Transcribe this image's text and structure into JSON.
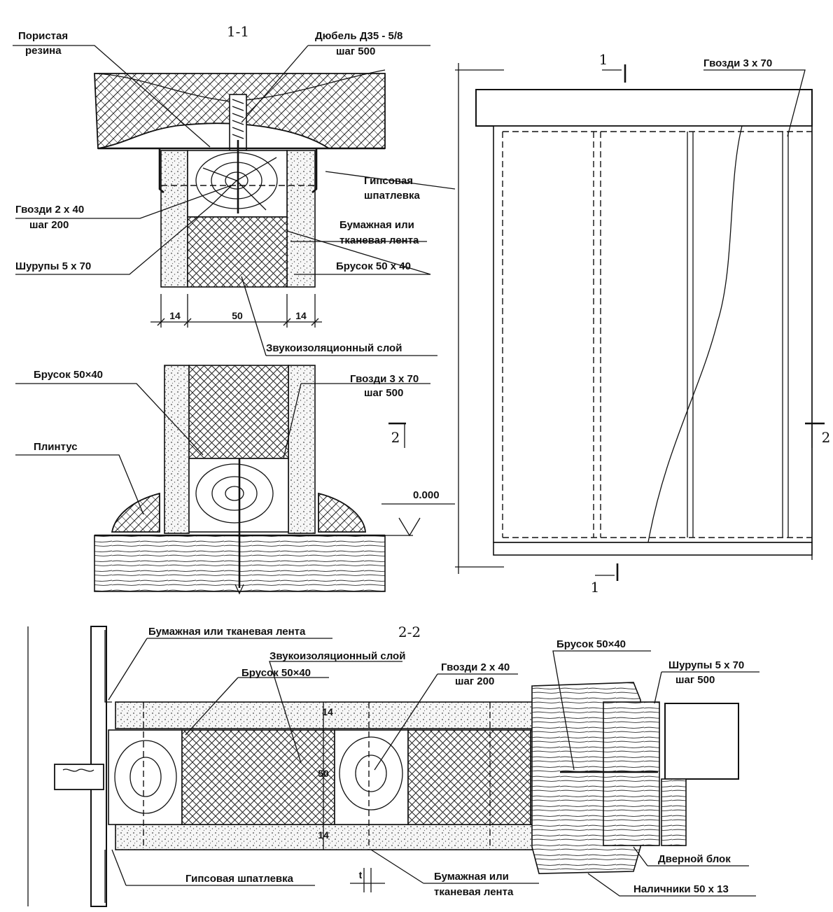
{
  "sections": {
    "s11": "1-1",
    "s22": "2-2",
    "cut1_top": "1",
    "cut1_bottom": "1",
    "cut2_left": "2",
    "cut2_right": "2"
  },
  "labels": {
    "porous_rubber_l1": "Пористая",
    "porous_rubber_l2": "резина",
    "dowel_l1": "Дюбель Д35 - 5/8",
    "dowel_l2": "шаг  500",
    "gypsum_putty_l1": "Гипсовая",
    "gypsum_putty_l2": "шпатлевка",
    "nails_2x40_l1": "Гвозди 2 х 40",
    "nails_2x40_l2": "шаг 200",
    "tape_l1": "Бумажная или",
    "tape_l2": "тканевая лента",
    "screws_5x70": "Шурупы 5 х 70",
    "bar_50x40": "Брусок 50 х 40",
    "sound_layer": "Звукоизоляционный слой",
    "bar_50x40_b": "Брусок 50×40",
    "nails_3x70_l1": "Гвозди 3 х 70",
    "nails_3x70_l2": "шаг 500",
    "plinth": "Плинтус",
    "level": "0.000",
    "nails_3x70_elev": "Гвозди 3 х 70",
    "tape_top_22": "Бумажная или тканевая лента",
    "sound_layer_22": "Звукоизоляционный слой",
    "bar_22_a": "Брусок 50×40",
    "nails_2x40_22_l1": "Гвозди 2 х 40",
    "nails_2x40_22_l2": "шаг 200",
    "bar_22_b": "Брусок 50×40",
    "screws_22_l1": "Шурупы 5 х 70",
    "screws_22_l2": "шаг  500",
    "gypsum_22": "Гипсовая шпатлевка",
    "tape_bottom_22_l1": "Бумажная или",
    "tape_bottom_22_l2": "тканевая лента",
    "door_block": "Дверной блок",
    "casings": "Наличники 50 х 13"
  },
  "dimensions": {
    "d14_left": "14",
    "d50": "50",
    "d14_right": "14",
    "d14_22_top": "14",
    "d50_22": "50",
    "d14_22_bottom": "14",
    "t": "t"
  }
}
